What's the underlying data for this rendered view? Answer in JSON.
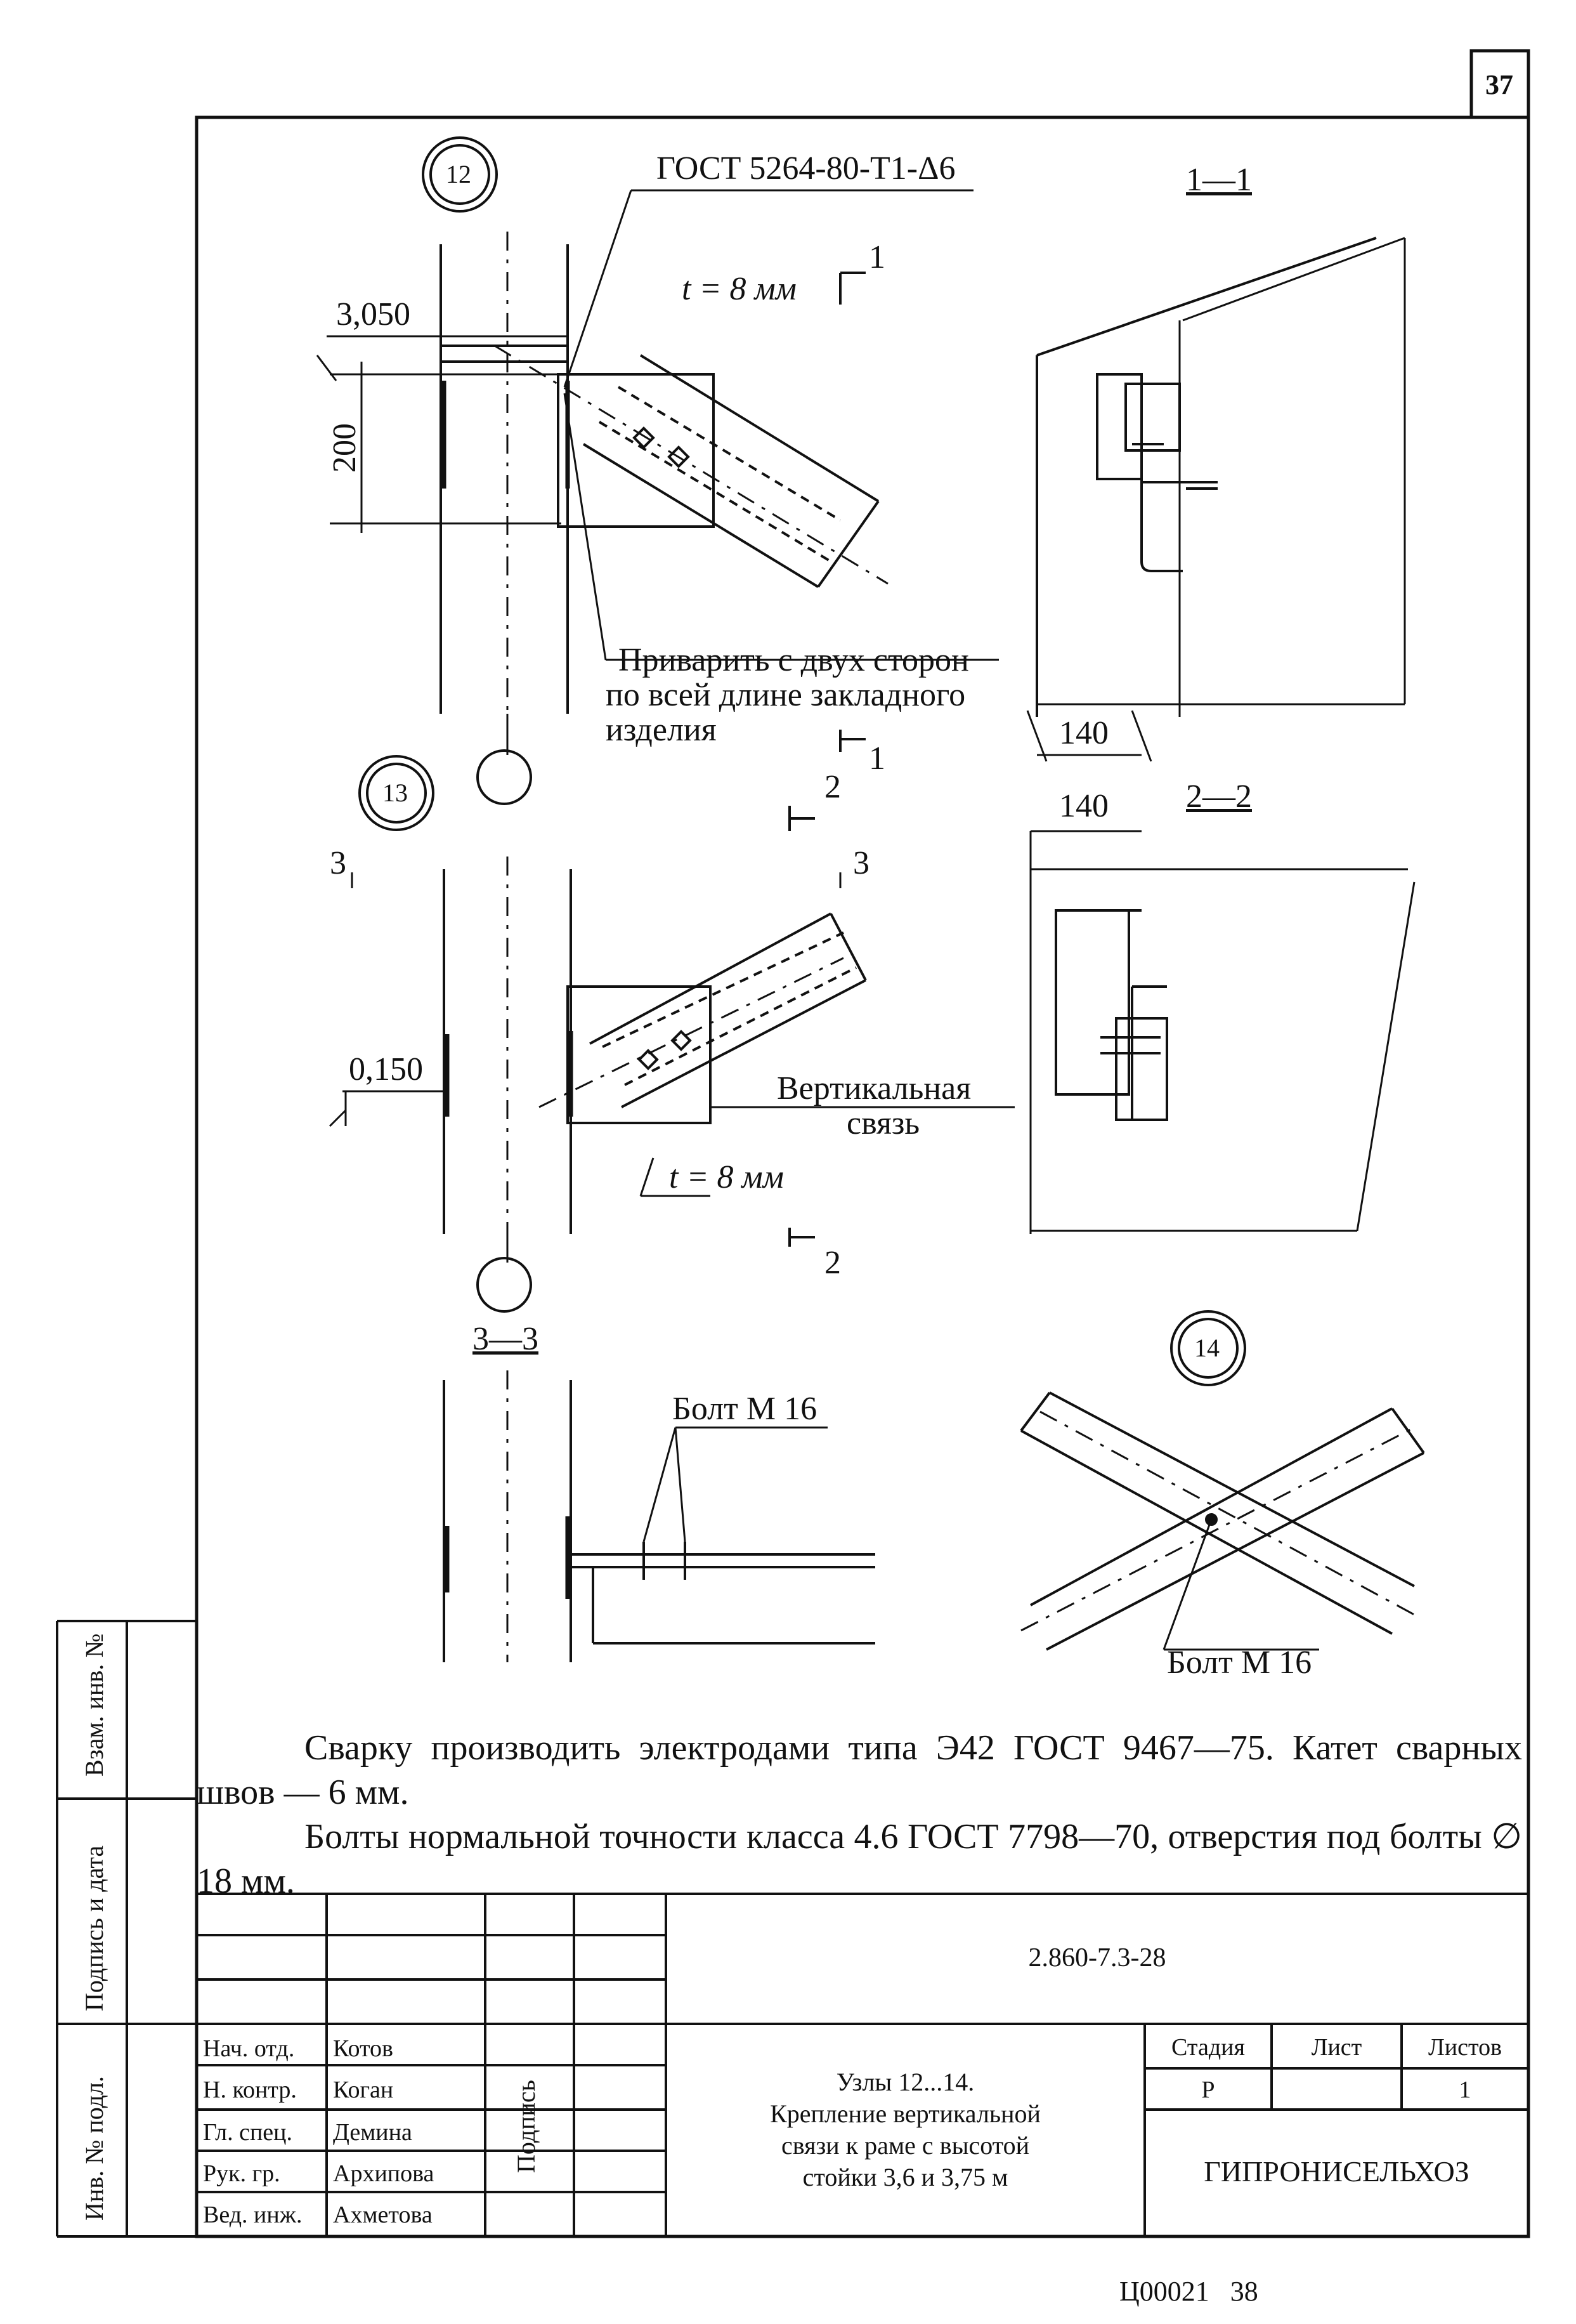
{
  "page_number": "37",
  "footer_code": "Ц00021   38",
  "drawing": {
    "node12": "12",
    "node13": "13",
    "node14": "14",
    "gost_weld": "ГОСТ 5264-80-Т1-Δ6",
    "t_plate_top": "t = 8 мм",
    "t_plate_bottom": "t = 8 мм",
    "elev_3050": "3,050",
    "dim_200": "200",
    "elev_0150": "0,150",
    "section_mark_1_top": "1",
    "section_mark_1_bottom": "1",
    "section_mark_2_top": "2",
    "section_mark_2_bottom": "2",
    "section_mark_3_left": "3",
    "section_mark_3_right": "3",
    "weld_note_line1": "Приварить с двух сторон",
    "weld_note_line2": "по всей длине закладного",
    "weld_note_line3": "изделия",
    "vertical_bracing_line1": "Вертикальная",
    "vertical_bracing_line2": "связь",
    "section_1_1": "1—1",
    "section_2_2": "2—2",
    "section_3_3": "3—3",
    "dim_140_a": "140",
    "dim_140_b": "140",
    "bolt_label_a": "Болт М 16",
    "bolt_label_b": "Болт М 16"
  },
  "notes": {
    "note1": "Сварку производить электродами типа Э42 ГОСТ 9467—75. Катет сварных швов — 6 мм.",
    "note2": "Болты нормальной точности класса 4.6 ГОСТ 7798—70, отверстия под болты ∅ 18 мм."
  },
  "side_stamp": {
    "replace_inv": "Взам. инв. №",
    "sign_date": "Подпись и дата",
    "inv_orig": "Инв. № подл."
  },
  "title_block": {
    "doc_code": "2.860-7.3-28",
    "title_line1": "Узлы 12...14.",
    "title_line2": "Крепление вертикальной",
    "title_line3": "связи к раме с высотой",
    "title_line4": "стойки 3,6 и 3,75 м",
    "signature_header": "Подпись",
    "stage_header": "Стадия",
    "sheet_header": "Лист",
    "sheets_header": "Листов",
    "stage_value": "Р",
    "sheets_value": "1",
    "organization": "ГИПРОНИСЕЛЬХОЗ",
    "roles": [
      {
        "role": "Нач. отд.",
        "name": "Котов"
      },
      {
        "role": "Н. контр.",
        "name": "Коган"
      },
      {
        "role": "Гл. спец.",
        "name": "Демина"
      },
      {
        "role": "Рук. гр.",
        "name": "Архипова"
      },
      {
        "role": "Вед. инж.",
        "name": "Ахметова"
      }
    ]
  }
}
